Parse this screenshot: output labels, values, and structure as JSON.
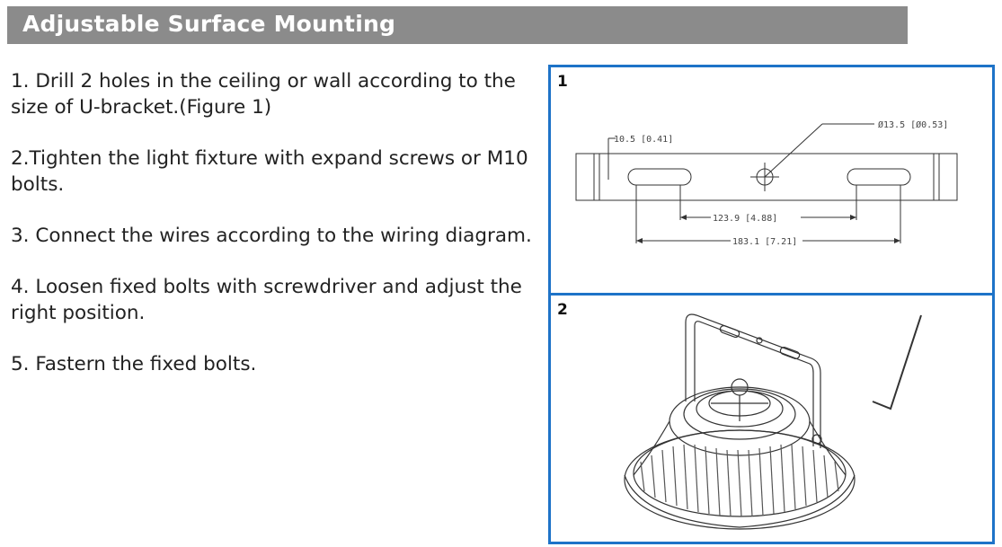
{
  "header": {
    "title": "Adjustable Surface Mounting"
  },
  "steps": [
    "1. Drill 2 holes in the ceiling or wall according to the size of U-bracket.(Figure 1)",
    "2.Tighten the light fixture with expand screws or M10 bolts.",
    "3. Connect the wires according to the wiring diagram.",
    "4. Loosen fixed bolts with screwdriver and adjust the right position.",
    "5. Fastern the fixed bolts."
  ],
  "figures": [
    {
      "number": "1",
      "dimensions": {
        "slot_offset": "10.5 [0.41]",
        "hole_diameter": "Ø13.5 [Ø0.53]",
        "inner_spacing": "123.9 [4.88]",
        "outer_spacing": "183.1 [7.21]"
      }
    },
    {
      "number": "2"
    }
  ],
  "colors": {
    "header_bg": "#8b8b8b",
    "panel_border": "#1e73c8"
  }
}
